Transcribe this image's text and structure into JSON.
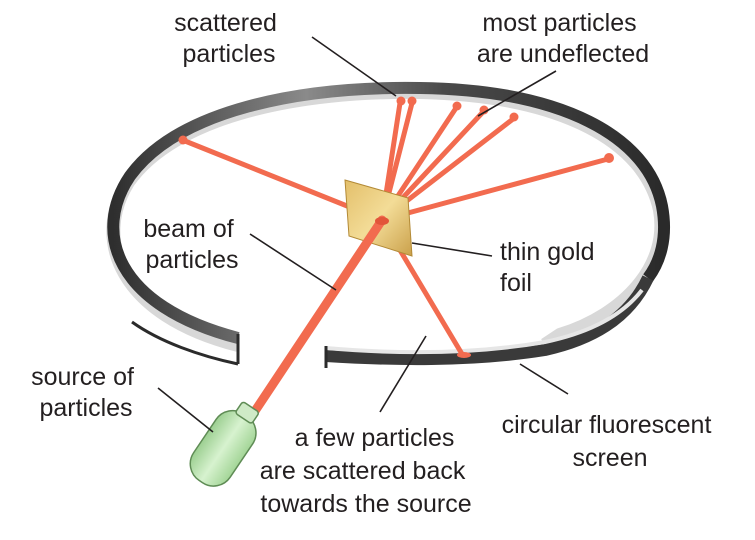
{
  "labels": {
    "scattered": [
      "scattered",
      "particles"
    ],
    "undeflected": [
      "most particles",
      "are undeflected"
    ],
    "beam": [
      "beam of",
      "particles"
    ],
    "foil": [
      "thin gold",
      "foil"
    ],
    "source": [
      "source of",
      "particles"
    ],
    "back_scatter": [
      "a few particles",
      "are scattered back",
      "towards the source"
    ],
    "screen": [
      "circular fluorescent",
      "screen"
    ]
  },
  "colors": {
    "ray": "#f26b4f",
    "screen_dark": "#3d3d3d",
    "screen_light": "#e2e2e2",
    "foil": "#d9b25a",
    "source": "#b9e3ae"
  }
}
